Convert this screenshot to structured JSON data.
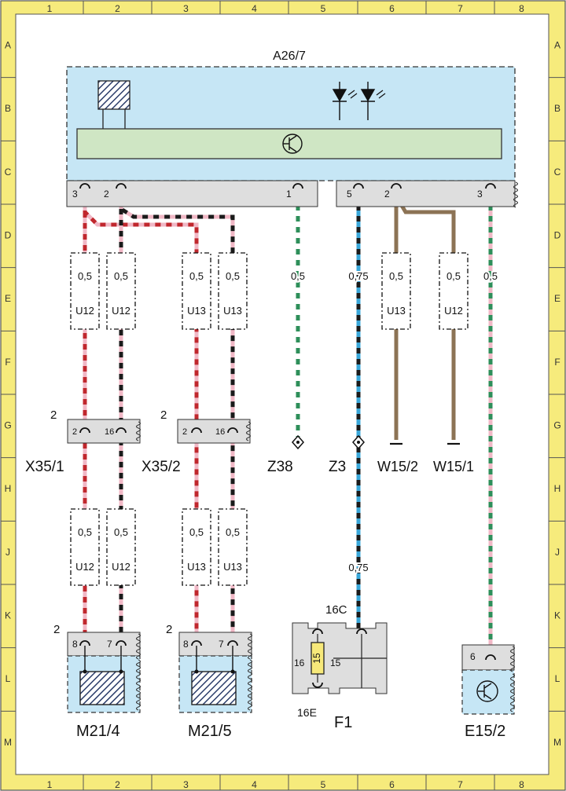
{
  "frame": {
    "columns": [
      "1",
      "2",
      "3",
      "4",
      "5",
      "6",
      "7",
      "8"
    ],
    "rows": [
      "A",
      "B",
      "C",
      "D",
      "E",
      "F",
      "G",
      "H",
      "J",
      "K",
      "L",
      "M"
    ]
  },
  "components": {
    "a26_7": "A26/7",
    "x35_1": "X35/1",
    "x35_2": "X35/2",
    "z38": "Z38",
    "z3": "Z3",
    "w15_2": "W15/2",
    "w15_1": "W15/1",
    "m21_4": "M21/4",
    "m21_5": "M21/5",
    "f1": "F1",
    "e15_2": "E15/2"
  },
  "pins": {
    "a26_left": [
      "3",
      "2",
      "1"
    ],
    "a26_right": [
      "5",
      "2",
      "3"
    ],
    "x35_1_conn": "2",
    "x35_1": [
      "2",
      "16"
    ],
    "x35_2_conn": "2",
    "x35_2": [
      "2",
      "16"
    ],
    "m21_4_conn": "2",
    "m21_4": [
      "8",
      "7"
    ],
    "m21_5_conn": "2",
    "m21_5": [
      "8",
      "7"
    ],
    "e15_2": "6",
    "f1_in": "16C",
    "f1_left": "16",
    "f1_right": "15",
    "f1_out": "16E",
    "f1_rating": "15"
  },
  "wires": {
    "upper": [
      {
        "size": "0,5",
        "group": "U12"
      },
      {
        "size": "0,5",
        "group": "U12"
      },
      {
        "size": "0,5",
        "group": "U13"
      },
      {
        "size": "0,5",
        "group": "U13"
      },
      {
        "size": "0,5",
        "group": "U13"
      },
      {
        "size": "0,5",
        "group": "U12"
      }
    ],
    "lower": [
      {
        "size": "0,5",
        "group": "U12"
      },
      {
        "size": "0,5",
        "group": "U12"
      },
      {
        "size": "0,5",
        "group": "U13"
      },
      {
        "size": "0,5",
        "group": "U13"
      }
    ],
    "z38_size": "0,5",
    "z3_size_top": "0,75",
    "z3_size_bottom": "0,75",
    "e15_size": "0,5"
  },
  "colors": {
    "frame_yellow": "#f6eb7c",
    "module_blue": "#c6e6f5",
    "board_green": "#cfe6c4",
    "connector_gray": "#dedede",
    "wire_red": "#c0272d",
    "wire_pink": "#f0b8c6",
    "wire_black": "#1a1a1a",
    "wire_green": "#2e8f5a",
    "wire_blue": "#3aa7d9",
    "wire_brown": "#8c7355"
  }
}
